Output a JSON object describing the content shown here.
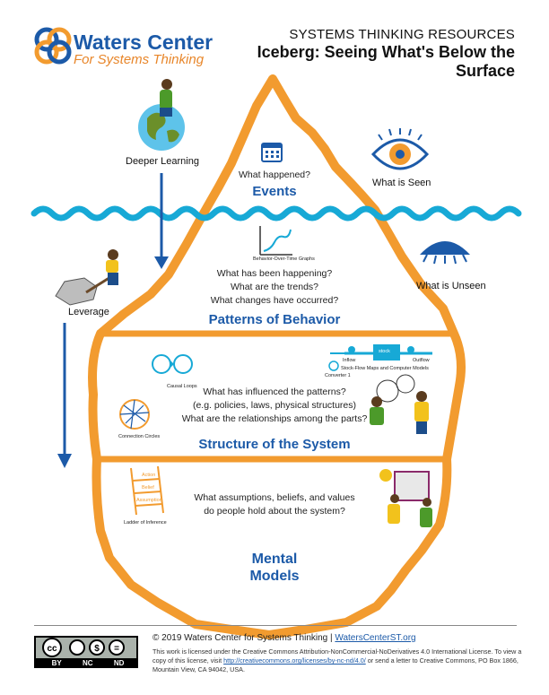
{
  "header": {
    "logo_name": "Waters Center",
    "logo_tagline": "For Systems Thinking",
    "resources_label": "SYSTEMS THINKING RESOURCES",
    "title": "Iceberg: Seeing What's Below the Surface"
  },
  "sides": {
    "deeper_learning": "Deeper Learning",
    "leverage": "Leverage",
    "seen": "What is Seen",
    "unseen": "What is Unseen"
  },
  "levels": {
    "events": {
      "question": "What happened?",
      "title": "Events"
    },
    "patterns": {
      "tool": "Behavior-Over-Time Graphs",
      "q1": "What has been happening?",
      "q2": "What are the trends?",
      "q3": "What changes have occurred?",
      "title": "Patterns of Behavior"
    },
    "structure": {
      "tool_loops": "Causal Loops",
      "tool_stock": "Stock-Flow Maps and Computer Models",
      "tool_circles": "Connection Circles",
      "stock_label": "stock",
      "inflow": "Inflow",
      "outflow": "Outflow",
      "converter": "Converter 1",
      "q1": "What has influenced the patterns?",
      "q2": "(e.g. policies, laws, physical structures)",
      "q3": "What are the relationships among the parts?",
      "title": "Structure of the System"
    },
    "mental": {
      "tool": "Ladder of Inference",
      "ladder_action": "Action",
      "ladder_belief": "Belief",
      "ladder_assumption": "Assumption",
      "q1": "What assumptions, beliefs, and values",
      "q2": "do people hold about the system?",
      "title_line1": "Mental",
      "title_line2": "Models"
    }
  },
  "footer": {
    "copyright": "© 2019 Waters Center for Systems Thinking | ",
    "site": "WatersCenterST.org",
    "license_a": "This work is licensed under the Creative Commons Attribution-NonCommercial-NoDerivatives 4.0 International License. To view a copy of this license, visit ",
    "license_url": "http://creativecommons.org/licenses/by-nc-nd/4.0/",
    "license_b": " or send a letter to Creative Commons, PO Box 1866, Mountain View, CA 94042, USA.",
    "cc_labels": [
      "BY",
      "NC",
      "ND"
    ]
  },
  "colors": {
    "orange": "#f29b2f",
    "blue": "#1c5aa8",
    "water": "#17a9d6"
  }
}
